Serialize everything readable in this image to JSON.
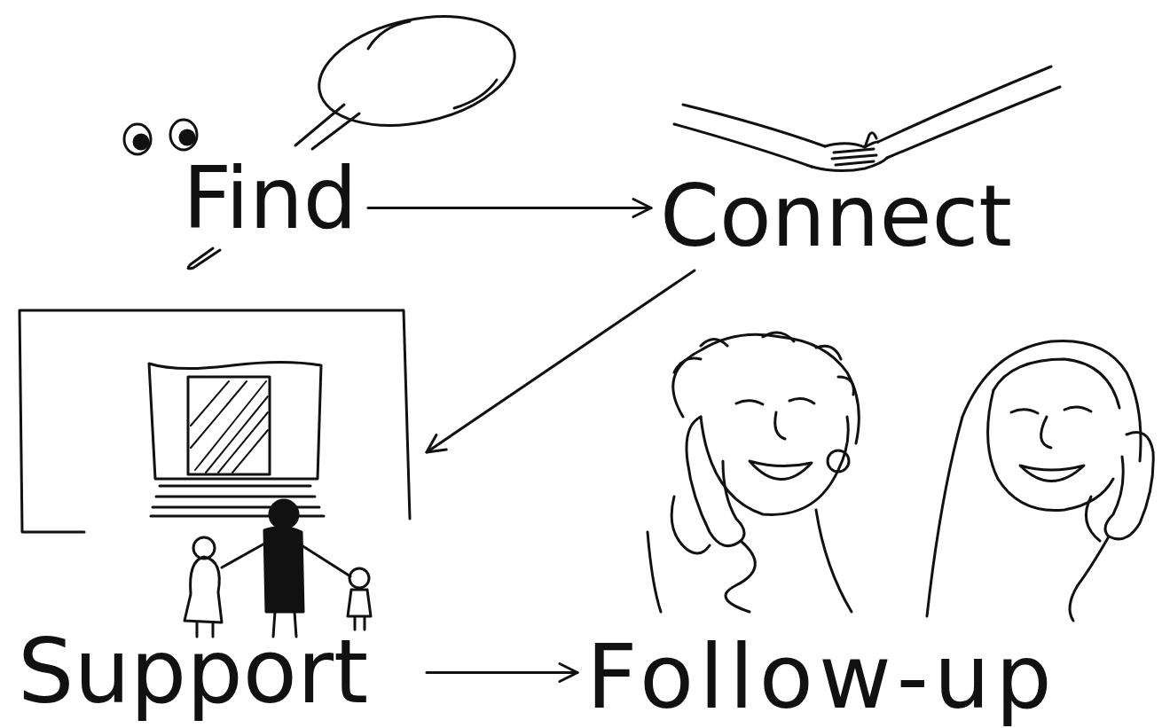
{
  "diagram": {
    "nodes": [
      {
        "text": [
          "Find"
        ]
      },
      {
        "text": [
          "Connect"
        ]
      },
      {
        "text": [
          "Support"
        ]
      },
      {
        "text": [
          "Follow-up"
        ]
      }
    ],
    "edges": [
      {
        "from": 0,
        "to": 1,
        "arrow": "to"
      },
      {
        "from": 1,
        "to": 2,
        "arrow": "to"
      },
      {
        "from": 2,
        "to": 3,
        "arrow": "to"
      }
    ]
  }
}
